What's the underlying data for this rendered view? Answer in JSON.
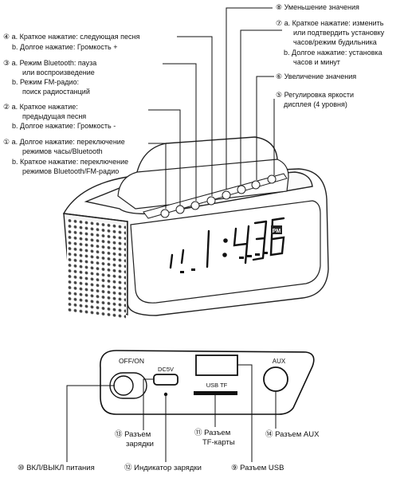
{
  "callouts": {
    "c8": "⑧ Уменьшение значения",
    "c7": {
      "a1": "⑦ a. Краткое нажатие: изменить",
      "a2": "или подтвердить установку",
      "a3": "часов/режим будильника",
      "b1": "b. Долгое нажатие: установка",
      "b2": "часов и минут"
    },
    "c6": "⑥ Увеличение значения",
    "c5": {
      "l1": "⑤ Регулировка яркости",
      "l2": "дисплея (4 уровня)"
    },
    "c4": {
      "a": "④ a. Краткое нажатие: следующая песня",
      "b": "b. Долгое нажатие: Громкость +"
    },
    "c3": {
      "a1": "③ a. Режим Bluetooth: пауза",
      "a2": "или воспроизведение",
      "b1": "b. Режим FM-радио:",
      "b2": "поиск радиостанций"
    },
    "c2": {
      "a1": "② a. Краткое нажатие:",
      "a2": "предыдущая песня",
      "b": "b. Долгое нажатие: Громкость -"
    },
    "c1": {
      "a1": "① a. Долгое нажатие: переключение",
      "a2": "режимов часы/Bluetooth",
      "b1": "b. Краткое нажатие: переключение",
      "b2": "режимов Bluetooth/FM-радио"
    },
    "c13": {
      "l1": "⑬ Разъем",
      "l2": "зарядки"
    },
    "c11": {
      "l1": "⑪ Разъем",
      "l2": "TF-карты"
    },
    "c14": "⑭ Разъем AUX",
    "c10": "⑩ ВКЛ/ВЫКЛ питания",
    "c12": "⑫ Индикатор зарядки",
    "c9": "⑨ Разъем USB"
  },
  "panel": {
    "off_on": "OFF/ON",
    "dc5v": "DC5V",
    "usb_tf": "USB TF",
    "aux": "AUX"
  },
  "display": {
    "time": "14:36",
    "pm": "PM"
  }
}
